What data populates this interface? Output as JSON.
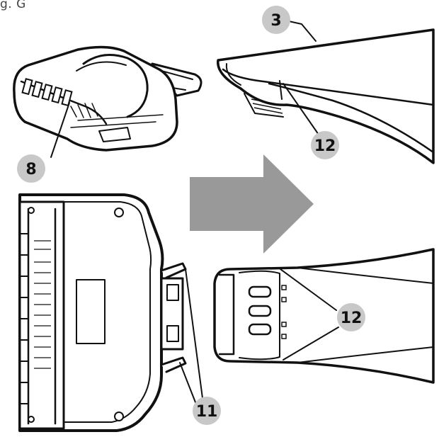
{
  "figure": {
    "label": "g. G"
  },
  "callouts": [
    {
      "id": "part-3",
      "number": "3"
    },
    {
      "id": "part-8",
      "number": "8"
    },
    {
      "id": "part-12-top",
      "number": "12"
    },
    {
      "id": "part-12-bottom",
      "number": "12"
    },
    {
      "id": "part-11",
      "number": "11"
    }
  ],
  "colors": {
    "callout_fill": "#c8c8c8",
    "arrow_fill": "#999999",
    "line": "#111111"
  }
}
